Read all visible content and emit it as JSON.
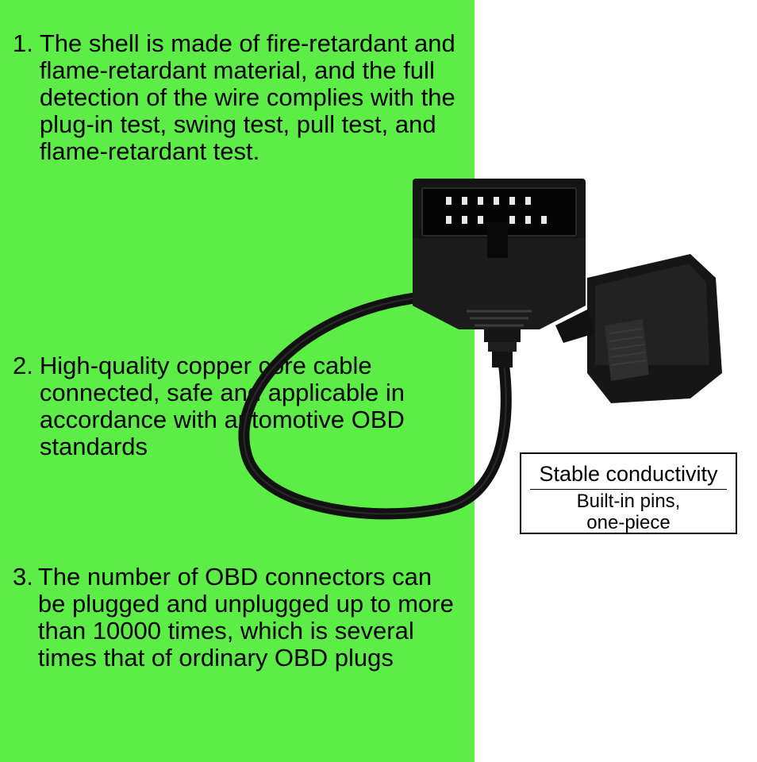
{
  "colors": {
    "panel_green": "#5ded47",
    "connector": "#111111",
    "text": "#000000"
  },
  "points": [
    {
      "number": "1.",
      "text": "The shell is made of fire-retardant and flame-retardant material, and the full detection of the wire complies with the plug-in test, swing test, pull test, and flame-retardant test."
    },
    {
      "number": "2.",
      "text": "High-quality copper core cable connected, safe and applicable in accordance with automotive OBD standards"
    },
    {
      "number": "3.",
      "text": "The number of OBD connectors can be plugged and unplugged up to more than 10000 times, which is several times that of ordinary OBD plugs"
    }
  ],
  "callout": {
    "title": "Stable conductivity",
    "subtitle_line1": "Built-in pins,",
    "subtitle_line2": "one-piece"
  },
  "icons": [
    "obd-12pin-female-connector-icon",
    "obd2-16pin-male-connector-icon",
    "cable-icon"
  ]
}
